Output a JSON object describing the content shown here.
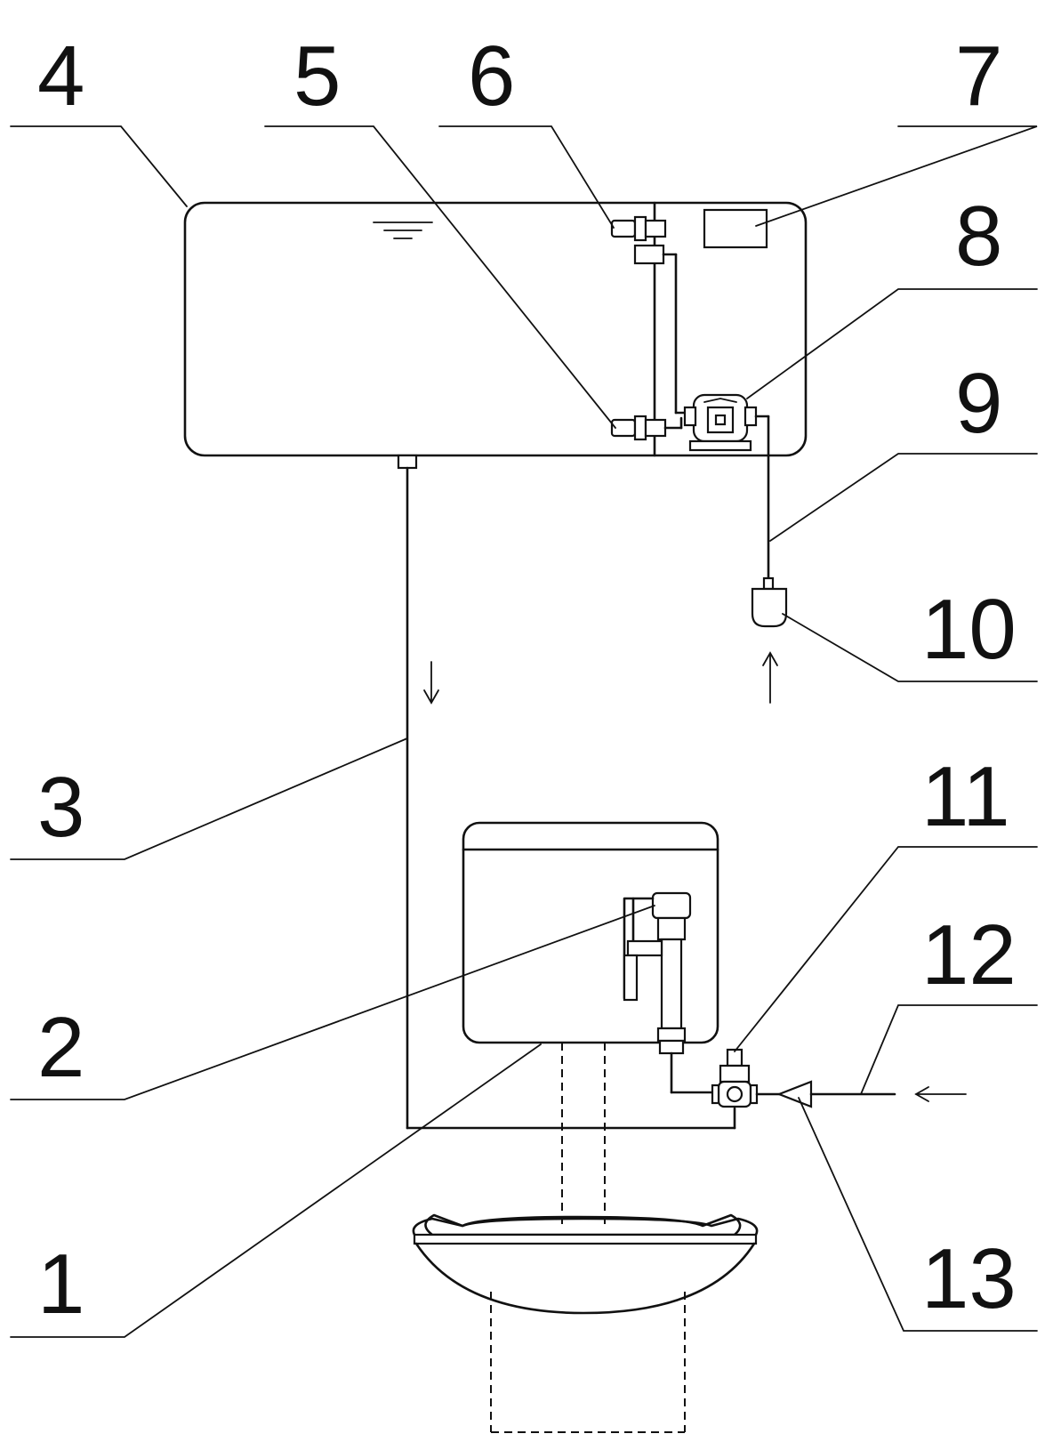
{
  "figure": {
    "labels": [
      "1",
      "2",
      "3",
      "4",
      "5",
      "6",
      "7",
      "8",
      "9",
      "10",
      "11",
      "12",
      "13"
    ]
  }
}
